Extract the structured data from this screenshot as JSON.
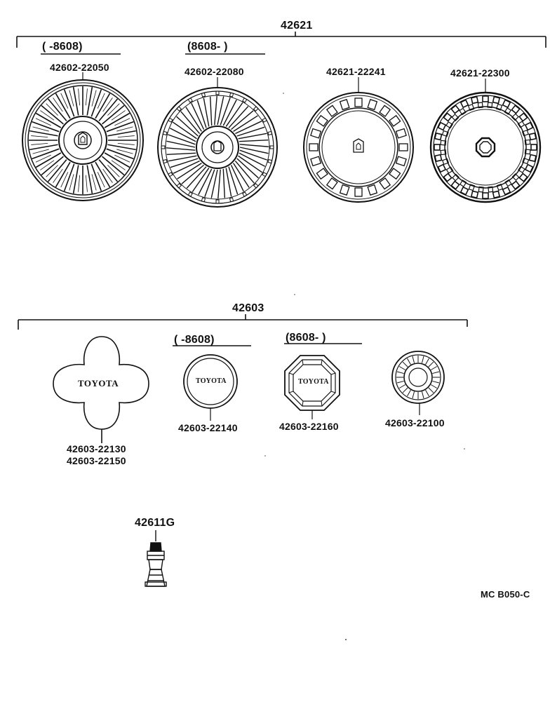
{
  "groups": {
    "wheel_caps": "42621",
    "center_caps": "42603"
  },
  "wheel_caps": [
    {
      "date": "(        -8608)",
      "part": "42602-22050"
    },
    {
      "date": "(8608-        )",
      "part": "42602-22080"
    },
    {
      "date": "",
      "part": "42621-22241"
    },
    {
      "date": "",
      "part": "42621-22300"
    }
  ],
  "center_caps": [
    {
      "date": "",
      "parts": [
        "42603-22130",
        "42603-22150"
      ],
      "emblem": "TOYOTA"
    },
    {
      "date": "(        -8608)",
      "parts": [
        "42603-22140"
      ],
      "emblem": "TOYOTA"
    },
    {
      "date": "(8608-        )",
      "parts": [
        "42603-22160"
      ],
      "emblem": "TOYOTA"
    },
    {
      "date": "",
      "parts": [
        "42603-22100"
      ],
      "emblem": ""
    }
  ],
  "valve": {
    "part": "42611G"
  },
  "diagram_code": "MC B050-C"
}
